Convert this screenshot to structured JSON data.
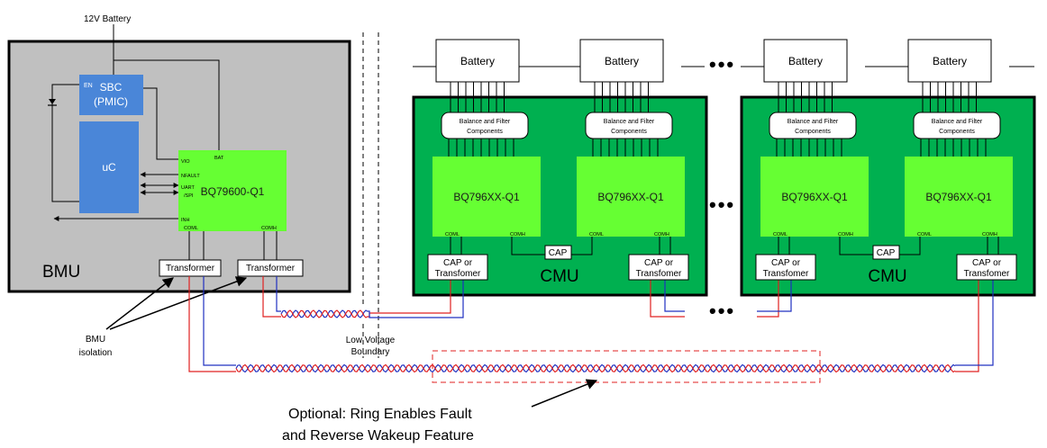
{
  "labels": {
    "battery_supply": "12V Battery",
    "bmu": "BMU",
    "sbc_line1": "SBC",
    "sbc_line2": "(PMIC)",
    "en": "EN",
    "uc": "uC",
    "bq79600": "BQ79600-Q1",
    "pin_vio": "VIO",
    "pin_nfault": "NFAULT",
    "pin_uart1": "UART",
    "pin_uart2": "/SPI",
    "pin_inh": "INH",
    "pin_bat": "BAT",
    "pin_coml": "COML",
    "pin_comh": "COMH",
    "transformer": "Transformer",
    "bmu_isolation_1": "BMU",
    "bmu_isolation_2": "isolation",
    "lv_boundary_1": "Low Voltage",
    "lv_boundary_2": "Boundary",
    "battery": "Battery",
    "balance_1": "Balance and Filter",
    "balance_2": "Components",
    "bq796xx": "BQ796XX-Q1",
    "cap": "CAP",
    "cap_or_1": "CAP or",
    "cap_or_2": "Transfomer",
    "cmu": "CMU",
    "ellipsis": "•••",
    "optional_1": "Optional: Ring Enables Fault",
    "optional_2": "and Reverse Wakeup Feature"
  },
  "colors": {
    "bmu_fill": "#c0c0c0",
    "chip_green": "#66ff33",
    "cmu_green": "#00b050",
    "mcu_blue": "#4a86d8",
    "wire_red": "#e02020",
    "wire_blue": "#2030c0"
  }
}
